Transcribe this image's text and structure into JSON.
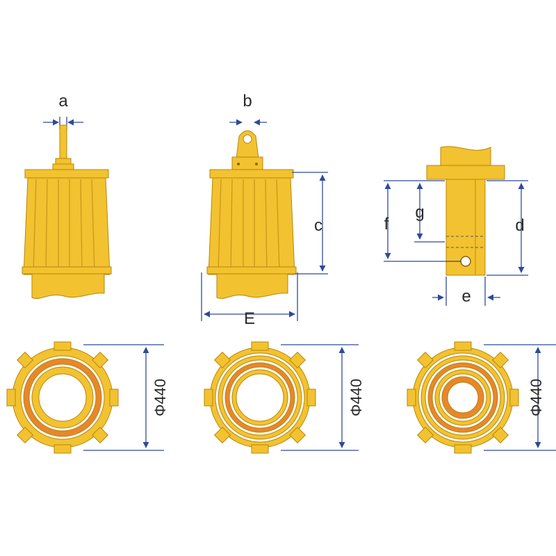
{
  "labels": {
    "a": "a",
    "b": "b",
    "c": "c",
    "d": "d",
    "e": "e",
    "E": "E",
    "f": "f",
    "g": "g"
  },
  "diameters": [
    "Φ440",
    "Φ440",
    "Φ440"
  ],
  "colors": {
    "body": "#f2c230",
    "ring_inner": "#e8872a",
    "dimension_line": "#2f4a9a",
    "outline": "#b8860b"
  }
}
